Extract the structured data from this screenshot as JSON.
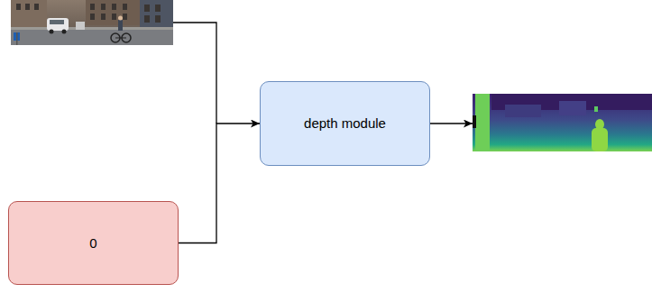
{
  "diagram": {
    "nodes": [
      {
        "text": [
          "depth module"
        ]
      },
      {
        "text": [
          "0"
        ]
      }
    ],
    "edges": [
      {
        "from": 1,
        "to": 0,
        "arrow": "to"
      }
    ]
  }
}
